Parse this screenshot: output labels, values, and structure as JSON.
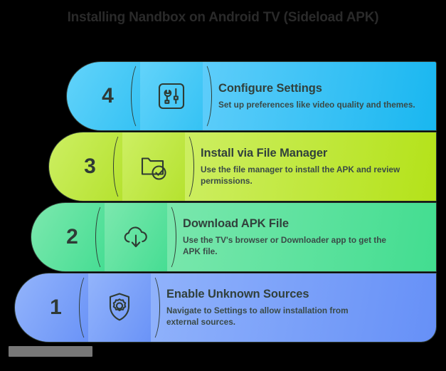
{
  "page": {
    "title": "Installing Nandbox on Android TV (Sideload APK)",
    "background_color": "#000000",
    "watermark_label": ""
  },
  "steps": [
    {
      "number": "4",
      "title": "Configure Settings",
      "description": "Set up preferences like video quality and themes.",
      "icon": "wrench-screwdriver-icon",
      "color": "#35c2f4"
    },
    {
      "number": "3",
      "title": "Install via File Manager",
      "description": "Use the file manager to install the APK and review permissions.",
      "icon": "folder-check-icon",
      "color": "#b5e22f"
    },
    {
      "number": "2",
      "title": "Download APK File",
      "description": "Use the TV's browser or Downloader app to get the APK file.",
      "icon": "cloud-download-icon",
      "color": "#46dd93"
    },
    {
      "number": "1",
      "title": "Enable Unknown Sources",
      "description": "Navigate to Settings to allow installation from external sources.",
      "icon": "shield-gear-icon",
      "color": "#6a93f7"
    }
  ]
}
